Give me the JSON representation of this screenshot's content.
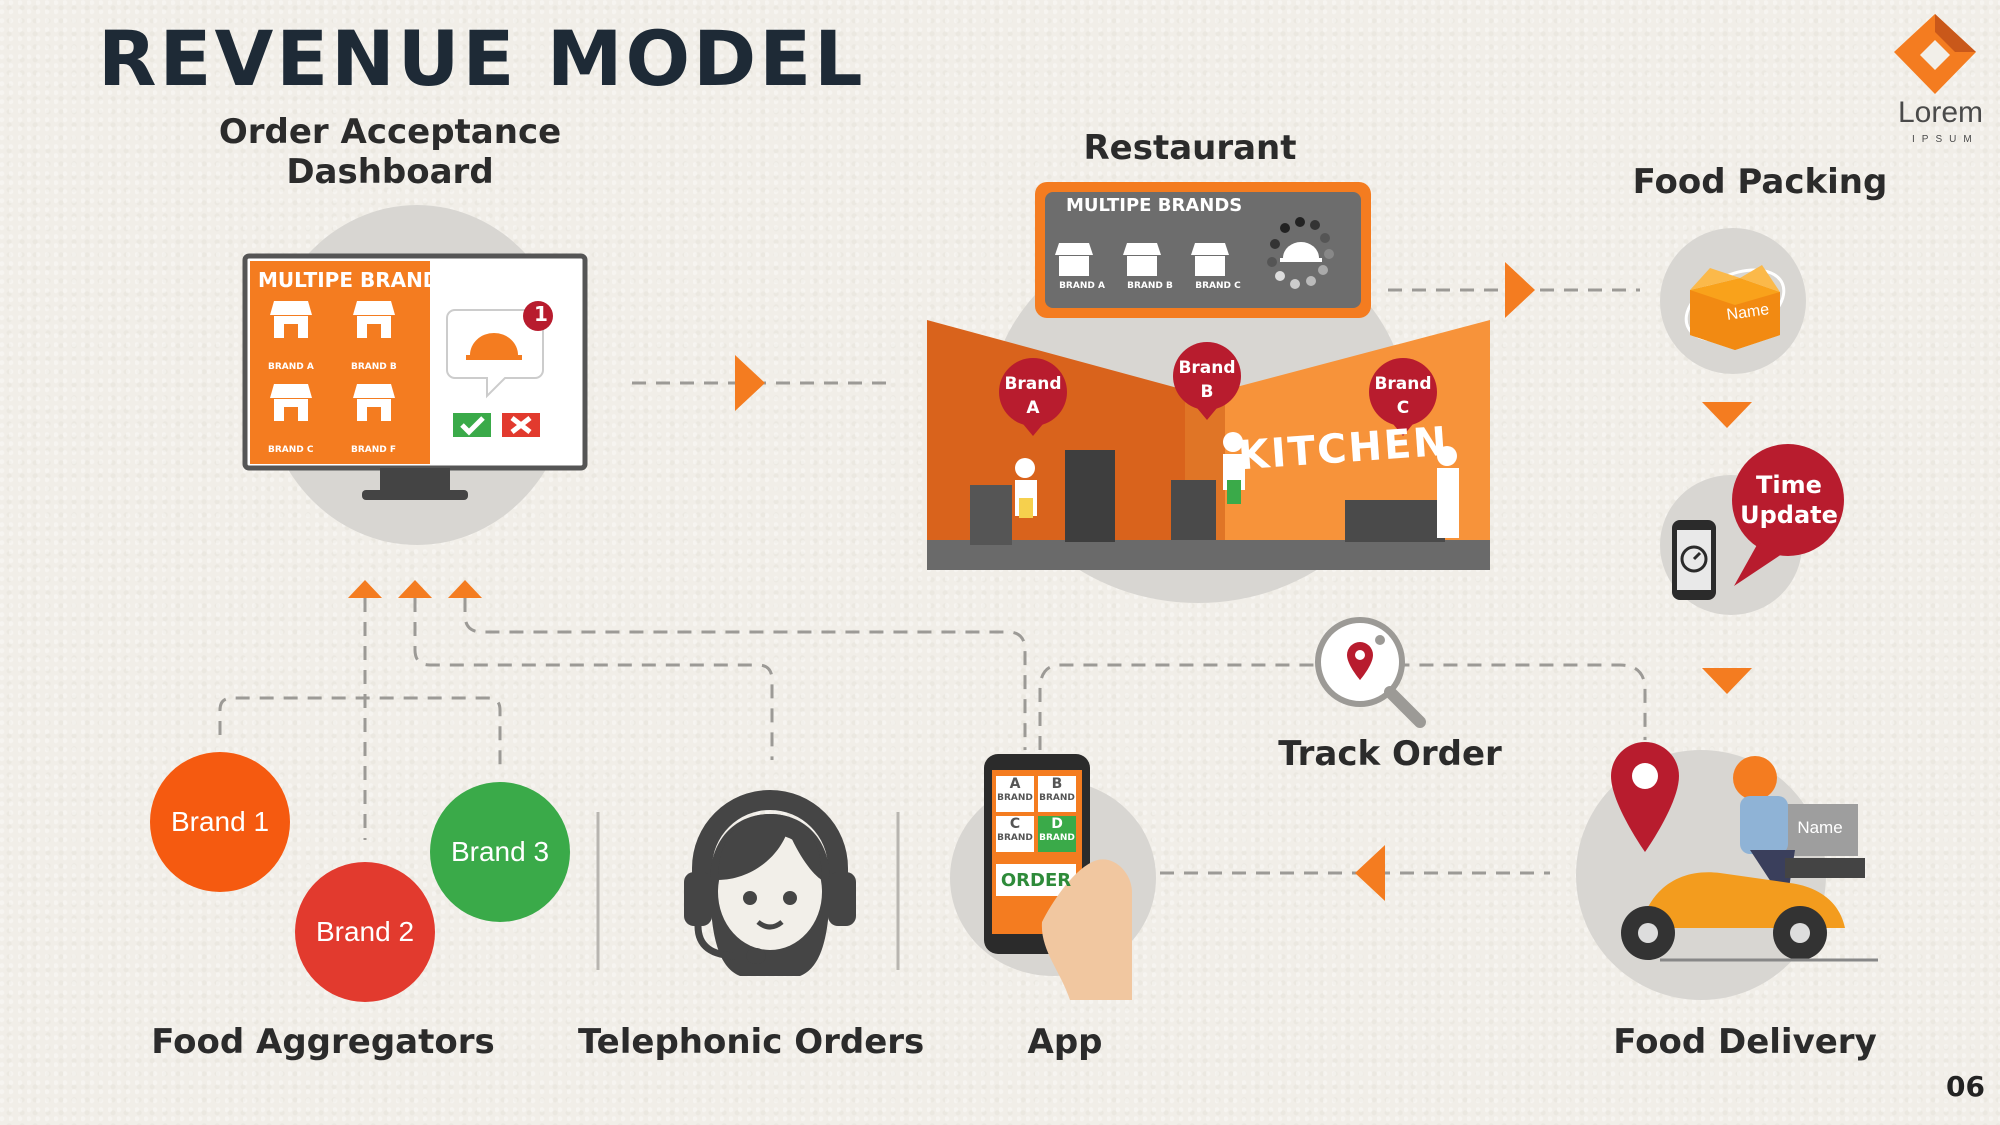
{
  "page": {
    "title": "REVENUE MODEL",
    "page_number": "06"
  },
  "logo": {
    "name": "Lorem",
    "sub": "IPSUM",
    "accent": "#f47c20"
  },
  "colors": {
    "orange": "#f47c20",
    "dark": "#1e2a36",
    "red": "#b81c2e",
    "green": "#3aaa49",
    "brand1": "#f55a10",
    "brand2": "#e23a2e",
    "gray_circle": "#d8d6d2"
  },
  "nodes": {
    "dashboard": {
      "label_line1": "Order Acceptance",
      "label_line2": "Dashboard",
      "screen_header": "MULTIPE BRANDS",
      "brands": [
        "BRAND A",
        "BRAND B",
        "BRAND C",
        "BRAND F"
      ],
      "notification_count": "1"
    },
    "restaurant": {
      "label": "Restaurant",
      "panel_header": "MULTIPE BRANDS",
      "panel_brands": [
        "BRAND A",
        "BRAND B",
        "BRAND C"
      ],
      "brand_pins": [
        {
          "line1": "Brand",
          "line2": "A"
        },
        {
          "line1": "Brand",
          "line2": "B"
        },
        {
          "line1": "Brand",
          "line2": "C"
        }
      ],
      "kitchen_sign": "KITCHEN"
    },
    "food_packing": {
      "label": "Food Packing",
      "box_label": "Name"
    },
    "time_update": {
      "line1": "Time",
      "line2": "Update"
    },
    "track_order": {
      "label": "Track Order"
    },
    "food_delivery": {
      "label": "Food Delivery",
      "box_label": "Name"
    },
    "food_aggregators": {
      "label": "Food Aggregators",
      "brands": [
        "Brand 1",
        "Brand 2",
        "Brand 3"
      ]
    },
    "telephonic_orders": {
      "label": "Telephonic Orders"
    },
    "app": {
      "label": "App",
      "tiles": [
        {
          "top": "A",
          "bottom": "BRAND"
        },
        {
          "top": "B",
          "bottom": "BRAND"
        },
        {
          "top": "C",
          "bottom": "BRAND"
        },
        {
          "top": "D",
          "bottom": "BRAND"
        }
      ],
      "order_button": "ORDER"
    }
  }
}
